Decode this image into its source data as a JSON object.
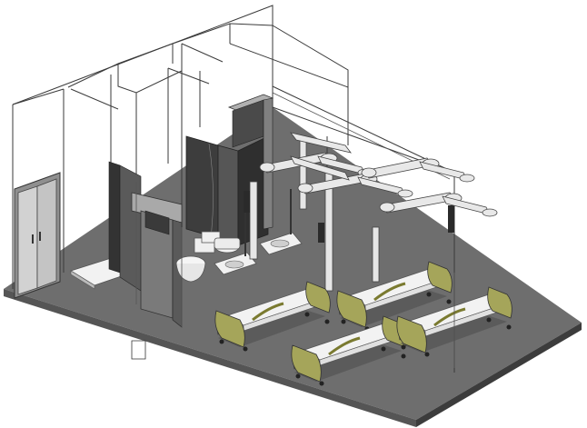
{
  "view": {
    "projection": "isometric",
    "background": "#ffffff"
  },
  "colors": {
    "floor_top": "#6e6e6e",
    "floor_side": "#3c3c3c",
    "floor_front": "#555555",
    "wall_line": "#3a3a3a",
    "door_face": "#c9c9c9",
    "door_frame": "#8a8a8a",
    "partition_dark": "#4a4a4a",
    "partition_mid": "#7a7a7a",
    "bed_frame": "#7a7a30",
    "bed_frame_light": "#a5a55a",
    "mattress": "#f2f2f2",
    "fixture_white": "#eeeeee",
    "boom_white": "#e8e8e8",
    "monitor_dark": "#2a2a2a"
  },
  "scene": {
    "beds": 4,
    "ceiling_booms": 4,
    "toilets": 2,
    "sinks": 2,
    "entry_doors": 1,
    "shower_stalls": 1
  }
}
